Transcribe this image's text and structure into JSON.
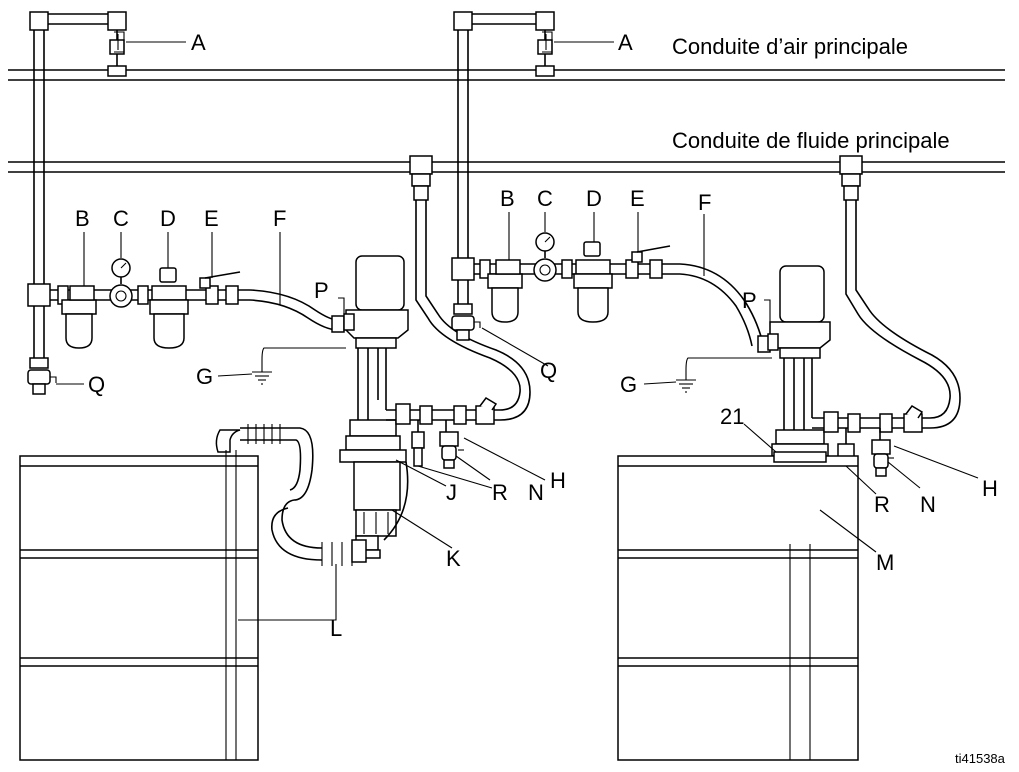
{
  "captions": {
    "main_air_line": "Conduite d’air principale",
    "main_fluid_line": "Conduite de fluide principale"
  },
  "labels": {
    "A": "A",
    "B": "B",
    "C": "C",
    "D": "D",
    "E": "E",
    "F": "F",
    "G": "G",
    "H": "H",
    "J": "J",
    "K": "K",
    "L": "L",
    "M": "M",
    "N": "N",
    "P": "P",
    "Q": "Q",
    "R": "R",
    "n21": "21"
  },
  "figure_code": "ti41538a"
}
